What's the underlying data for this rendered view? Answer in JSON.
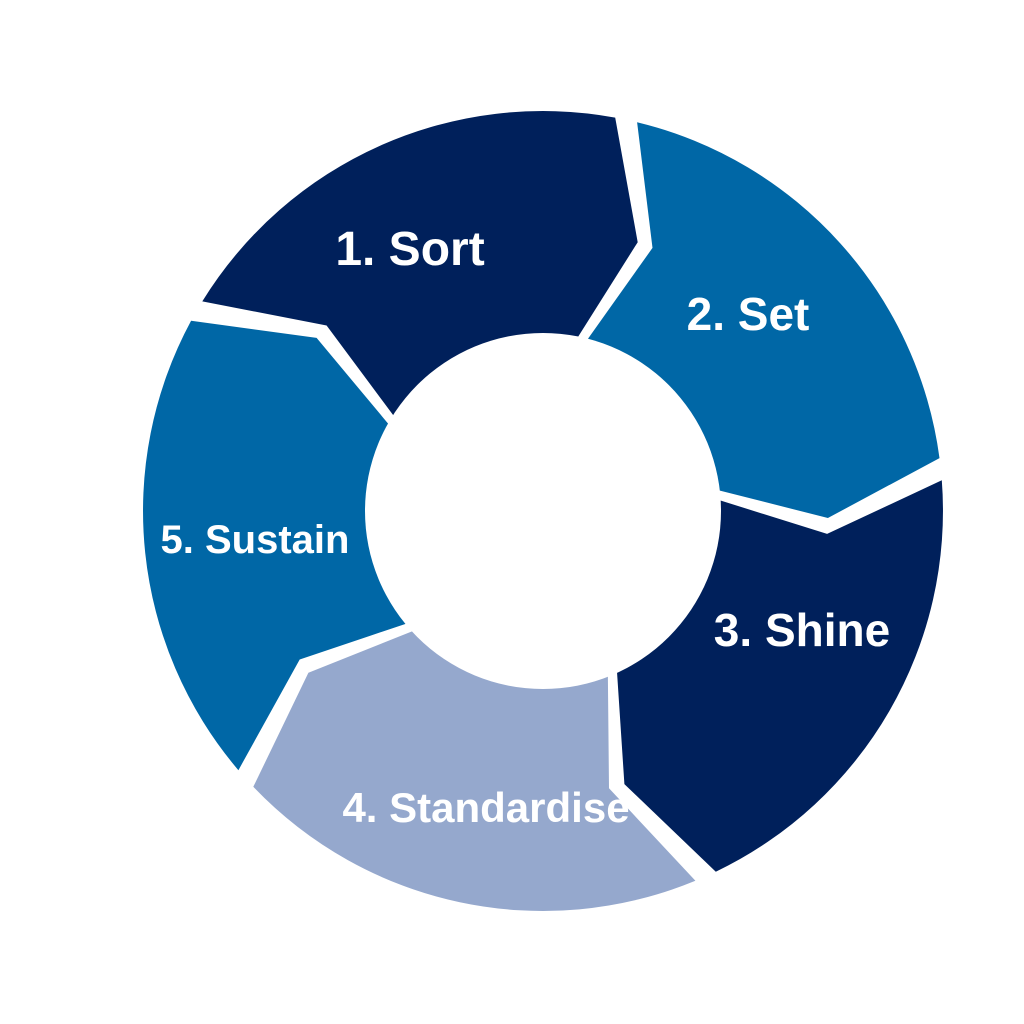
{
  "diagram": {
    "type": "cycle",
    "segments": [
      {
        "label": "1. Sort",
        "color": "#00205b"
      },
      {
        "label": "2. Set",
        "color": "#0067a6"
      },
      {
        "label": "3. Shine",
        "color": "#00205b"
      },
      {
        "label": "4. Standardise",
        "color": "#95a8cd"
      },
      {
        "label": "5. Sustain",
        "color": "#0067a6"
      }
    ]
  }
}
